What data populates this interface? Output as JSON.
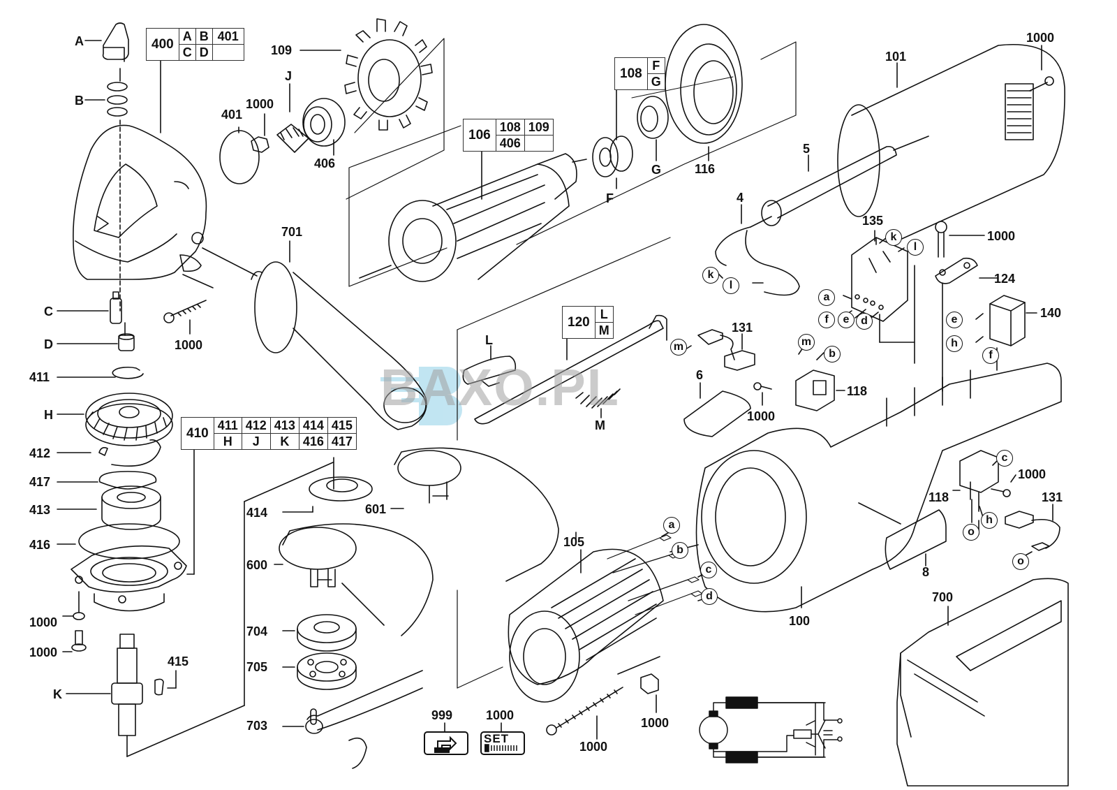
{
  "diagram": {
    "type": "exploded-parts-diagram",
    "subject": "angle grinder",
    "watermark": "BAXO.PL",
    "accent_watermark_color": "#8fd0e8"
  },
  "ref_tables": {
    "t400": {
      "main": "400",
      "cells": [
        [
          "A",
          "B",
          "401"
        ],
        [
          "C",
          "D",
          ""
        ]
      ]
    },
    "t410": {
      "main": "410",
      "cells": [
        [
          "411",
          "412",
          "413",
          "414",
          "415"
        ],
        [
          "H",
          "J",
          "K",
          "416",
          "417"
        ]
      ]
    },
    "t106": {
      "main": "106",
      "cells": [
        [
          "108",
          "109"
        ],
        [
          "406",
          ""
        ]
      ]
    },
    "t108": {
      "main": "108",
      "cells": [
        [
          "F"
        ],
        [
          "G"
        ]
      ]
    },
    "t120": {
      "main": "120",
      "cells": [
        [
          "L"
        ],
        [
          "M"
        ]
      ]
    }
  },
  "labels": {
    "A": "A",
    "B": "B",
    "C": "C",
    "D": "D",
    "H": "H",
    "K": "K",
    "J": "J",
    "F": "F",
    "G": "G",
    "L": "L",
    "M": "M",
    "p411": "411",
    "p412": "412",
    "p417": "417",
    "p413": "413",
    "p416": "416",
    "p415": "415",
    "p414": "414",
    "p401": "401",
    "p1000_nut": "1000",
    "p406": "406",
    "p109": "109",
    "p1000_screw_cover": "1000",
    "p701": "701",
    "p1000_washer": "1000",
    "p1000_bolt": "1000",
    "p600": "600",
    "p601": "601",
    "p704": "704",
    "p705": "705",
    "p703": "703",
    "p999": "999",
    "p1000_set": "1000",
    "p105": "105",
    "p1000_longscrew": "1000",
    "p1000_clip": "1000",
    "p116": "116",
    "p101": "101",
    "p1000_top": "1000",
    "p5": "5",
    "p4": "4",
    "p135": "135",
    "p1000_screw124": "1000",
    "p124": "124",
    "p140": "140",
    "p131_top": "131",
    "p118_top": "118",
    "p1000_118": "1000",
    "p6": "6",
    "p100": "100",
    "p8": "8",
    "p118_bot": "118",
    "p1000_118b": "1000",
    "p131_bot": "131",
    "p700": "700"
  },
  "connectors": {
    "k1": "k",
    "l1": "l",
    "k2": "k",
    "l2": "l",
    "a1": "a",
    "f1": "f",
    "e1": "e",
    "d1": "d",
    "e2": "e",
    "h2": "h",
    "f2": "f",
    "m1": "m",
    "m2": "m",
    "b1": "b",
    "c1": "c",
    "h3": "h",
    "o1": "o",
    "o2": "o",
    "a2": "a",
    "b2": "b",
    "c2": "c",
    "d2": "d"
  },
  "icons": {
    "service_icon_999": "repeat-arrow-icon",
    "service_icon_set": "screw-set-icon",
    "set_text": "SET"
  }
}
